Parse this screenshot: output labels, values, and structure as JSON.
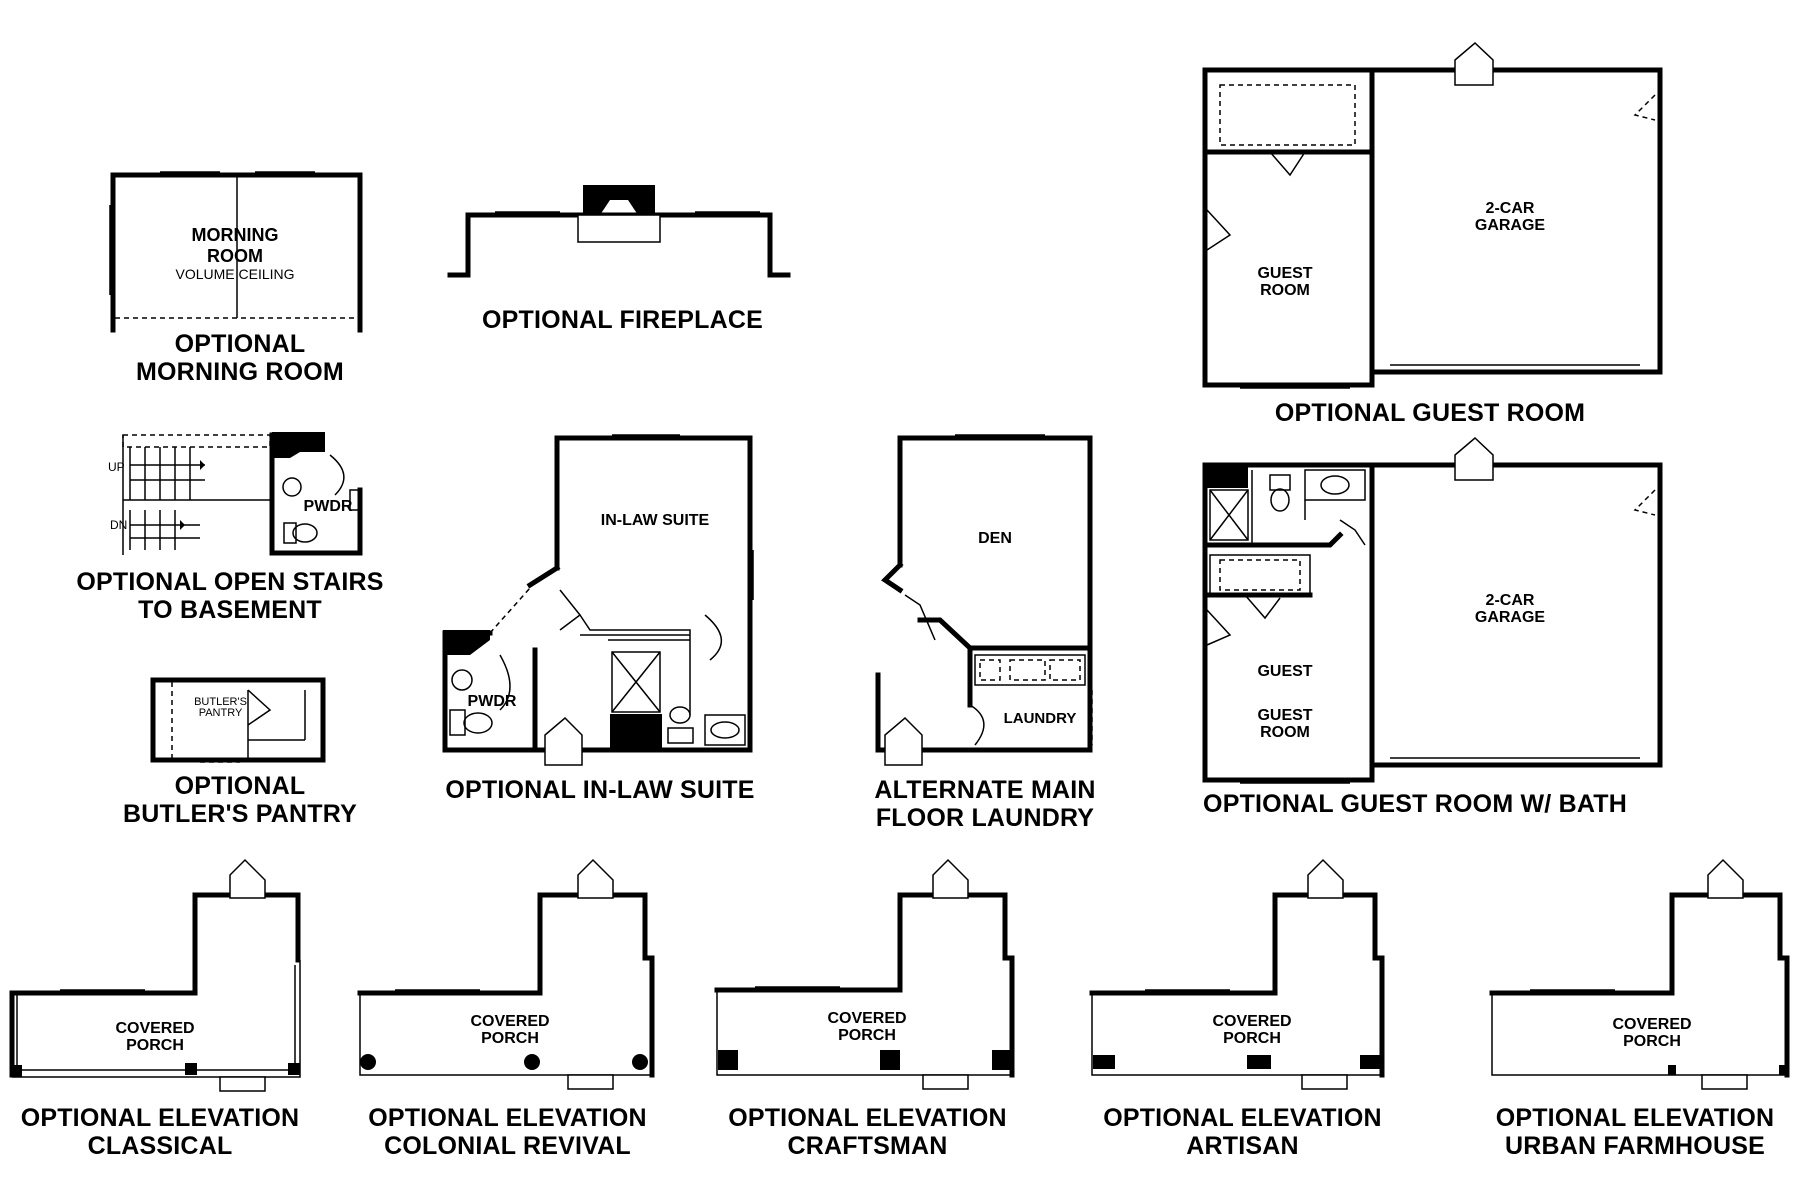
{
  "captions": {
    "morning_room": "OPTIONAL\nMORNING ROOM",
    "fireplace": "OPTIONAL FIREPLACE",
    "open_stairs": "OPTIONAL OPEN STAIRS\nTO BASEMENT",
    "butlers_pantry": "OPTIONAL\nBUTLER'S PANTRY",
    "in_law_suite": "OPTIONAL IN-LAW SUITE",
    "laundry": "ALTERNATE MAIN\nFLOOR LAUNDRY",
    "guest_room": "OPTIONAL GUEST ROOM",
    "guest_room_bath": "OPTIONAL GUEST ROOM W/ BATH",
    "elev_classical": "OPTIONAL ELEVATION\nCLASSICAL",
    "elev_colonial": "OPTIONAL ELEVATION\nCOLONIAL REVIVAL",
    "elev_craftsman": "OPTIONAL ELEVATION\nCRAFTSMAN",
    "elev_artisan": "OPTIONAL ELEVATION\nARTISAN",
    "elev_farmhouse": "OPTIONAL ELEVATION\nURBAN FARMHOUSE"
  },
  "rooms": {
    "morning_room": "MORNING\nROOM",
    "volume_ceiling": "VOLUME CEILING",
    "pwdr": "PWDR",
    "up": "UP",
    "dn": "DN",
    "butlers_pantry": "BUTLER'S\nPANTRY",
    "in_law_suite": "IN-LAW SUITE",
    "pwdr2": "PWDR",
    "den": "DEN",
    "laundry": "LAUNDRY",
    "garage1": "2-CAR\nGARAGE",
    "guest_room1": "GUEST\nROOM",
    "garage2": "2-CAR\nGARAGE",
    "guest": "GUEST",
    "guest_room2": "GUEST\nROOM",
    "porch": "COVERED\nPORCH"
  }
}
